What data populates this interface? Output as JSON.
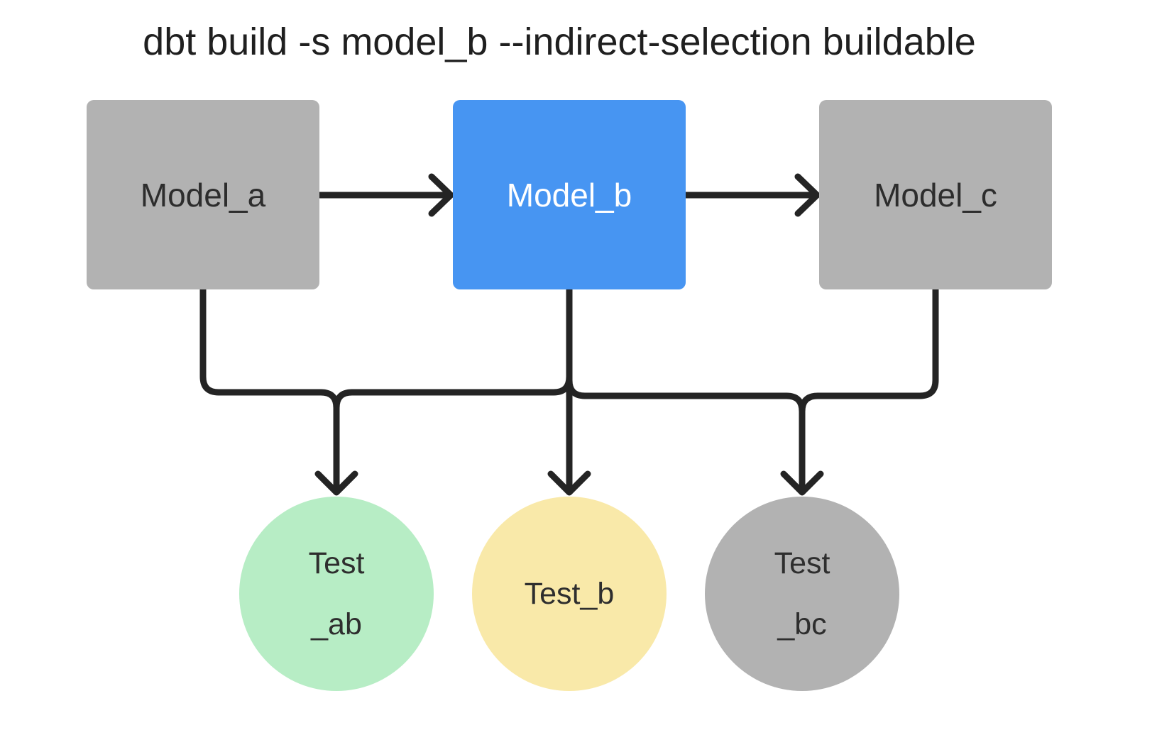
{
  "title": "dbt build -s model_b --indirect-selection buildable",
  "models": [
    {
      "id": "model_a",
      "label": "Model_a",
      "fill": "#b2b2b2",
      "text_color": "#2d2d2d"
    },
    {
      "id": "model_b",
      "label": "Model_b",
      "fill": "#4795f2",
      "text_color": "#ffffff"
    },
    {
      "id": "model_c",
      "label": "Model_c",
      "fill": "#b2b2b2",
      "text_color": "#2d2d2d"
    }
  ],
  "tests": [
    {
      "id": "test_ab",
      "lines": [
        "Test",
        "_ab"
      ],
      "fill": "#b7edc5"
    },
    {
      "id": "test_b",
      "lines": [
        "Test_b"
      ],
      "fill": "#f9e9a9"
    },
    {
      "id": "test_bc",
      "lines": [
        "Test",
        "_bc"
      ],
      "fill": "#b2b2b2"
    }
  ],
  "edges": [
    {
      "from": "model_a",
      "to": "model_b"
    },
    {
      "from": "model_b",
      "to": "model_c"
    },
    {
      "from": "model_a",
      "to": "test_ab"
    },
    {
      "from": "model_b",
      "to": "test_ab"
    },
    {
      "from": "model_b",
      "to": "test_b"
    },
    {
      "from": "model_b",
      "to": "test_bc"
    },
    {
      "from": "model_c",
      "to": "test_bc"
    }
  ],
  "colors": {
    "background": "#ffffff",
    "edge": "#242424",
    "title_text": "#1f1f1f",
    "model_gray": "#b2b2b2",
    "model_selected_blue": "#4795f2",
    "test_green": "#b7edc5",
    "test_yellow": "#f9e9a9",
    "test_gray": "#b2b2b2"
  }
}
